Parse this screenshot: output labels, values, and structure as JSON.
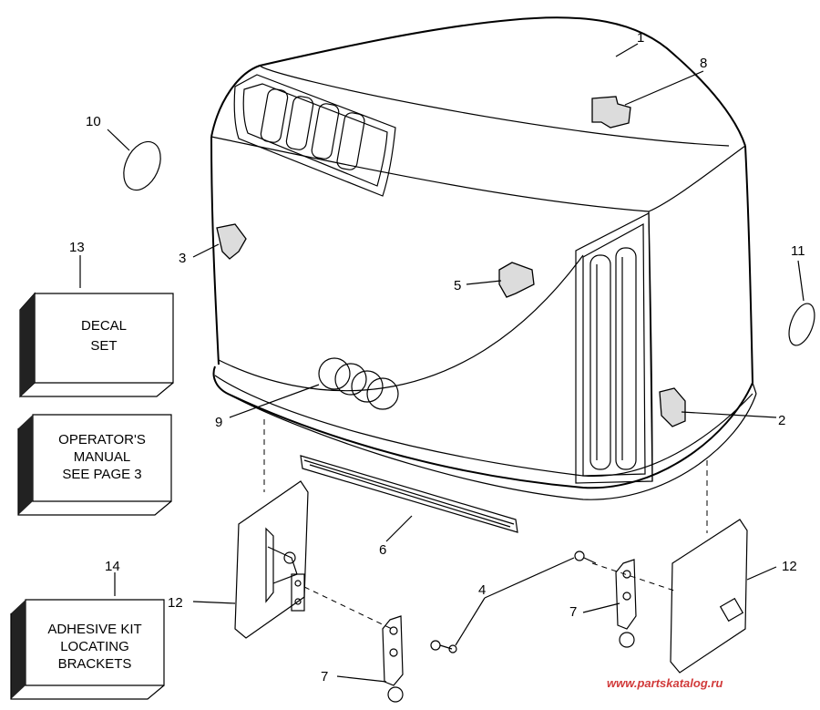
{
  "callouts": [
    "1",
    "2",
    "3",
    "4",
    "5",
    "6",
    "7",
    "7",
    "8",
    "9",
    "10",
    "11",
    "12",
    "12",
    "13",
    "14"
  ],
  "boxes": {
    "decal": [
      "DECAL",
      "SET"
    ],
    "manual": [
      "OPERATOR'S",
      "MANUAL",
      "SEE PAGE 3"
    ],
    "adhesive": [
      "ADHESIVE KIT",
      "LOCATING",
      "BRACKETS"
    ]
  },
  "watermark": "www.partskatalog.ru"
}
